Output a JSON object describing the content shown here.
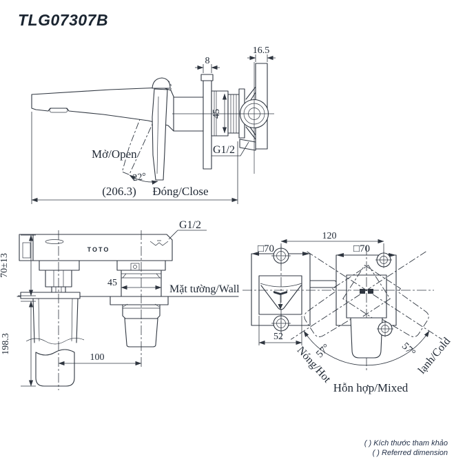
{
  "title": "TLG07307B",
  "side_view": {
    "open_label": "Mở/Open",
    "close_label": "Đóng/Close",
    "angle": "22°",
    "overall_width": "(206.3)",
    "plate_thickness": "8",
    "bracket_width": "16.5",
    "body_diameter": "45",
    "thread_size": "G1/2"
  },
  "plan_view": {
    "thread_size": "G1/2",
    "brand": "TOTO",
    "wall_offset": "70±13",
    "valve_width": "45",
    "wall_label": "Mặt tường/Wall",
    "spout_length": "198.3",
    "center_distance": "100"
  },
  "front_view": {
    "center_distance": "120",
    "plate_size_left": "□70",
    "plate_size_right": "□70",
    "spout_width": "52",
    "angle_left": "57°",
    "angle_right": "57°",
    "hot_label": "Nóng/Hot",
    "cold_label": "lạnh/Cold",
    "mixed_label": "Hỗn hợp/Mixed"
  },
  "footer": {
    "note_line1": "( ) Kích thước tham khảo",
    "note_line2": "( ) Referred dimension"
  }
}
